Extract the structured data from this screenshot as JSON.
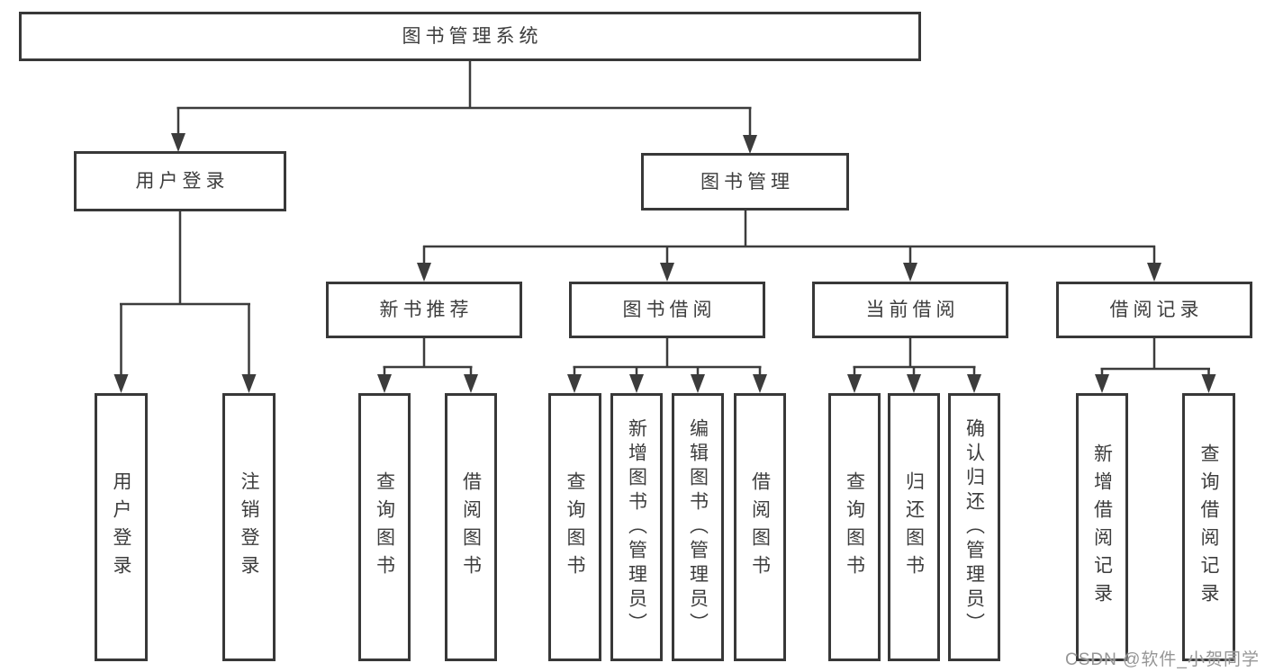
{
  "watermark": "CSDN @软件_小贺同学",
  "colors": {
    "line": "#3c3c3c",
    "box_border": "#383838",
    "text": "#3d3d3d",
    "background": "#ffffff",
    "watermark_text": "#969696"
  },
  "diagram": {
    "type": "tree",
    "root": {
      "label": "图书管理系统"
    },
    "branches": [
      {
        "label": "用户登录",
        "children": [
          "用户登录",
          "注销登录"
        ]
      },
      {
        "label": "图书管理",
        "groups": [
          {
            "label": "新书推荐",
            "children": [
              "查询图书",
              "借阅图书"
            ]
          },
          {
            "label": "图书借阅",
            "children": [
              "查询图书",
              "新增图书（管理员）",
              "编辑图书（管理员）",
              "借阅图书"
            ]
          },
          {
            "label": "当前借阅",
            "children": [
              "查询图书",
              "归还图书",
              "确认归还（管理员）"
            ]
          },
          {
            "label": "借阅记录",
            "children": [
              "新增借阅记录",
              "查询借阅记录"
            ]
          }
        ]
      }
    ]
  }
}
